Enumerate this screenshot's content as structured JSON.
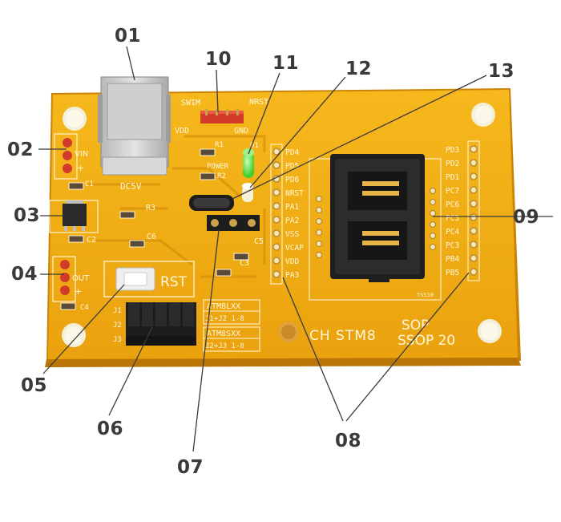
{
  "callouts": {
    "c01": "01",
    "c02": "02",
    "c03": "03",
    "c04": "04",
    "c05": "05",
    "c06": "06",
    "c07": "07",
    "c08": "08",
    "c09": "09",
    "c10": "10",
    "c11": "11",
    "c12": "12",
    "c13": "13"
  },
  "board": {
    "connector_labels": [
      "SWIM",
      "NRST",
      "VDD",
      "GND"
    ],
    "usb_label": "DC5V",
    "left_labels": [
      "VIN",
      "+",
      "OUT",
      "+"
    ],
    "passives": [
      "C1",
      "R3",
      "C2",
      "C6",
      "C5",
      "C3",
      "C4",
      "R1",
      "R2",
      "D1"
    ],
    "power_label": "POWER",
    "reset_label": "RST",
    "jumper_labels": [
      "J1",
      "J2",
      "J3"
    ],
    "model_box_1_title": "ATM8LXX",
    "model_box_1_sub": "J1+J2 1-8",
    "model_box_2_title": "ATM8SXX",
    "model_box_2_sub": "J2+J3 1-8",
    "chip_name": "CH STM8",
    "package_1": "SOP",
    "package_2": "SSOP 20",
    "pins_left": [
      "PD4",
      "PD5",
      "PD6",
      "NRST",
      "PA1",
      "PA2",
      "VSS",
      "VCAP",
      "VDD",
      "PA3"
    ],
    "pins_right": [
      "PD3",
      "PD2",
      "PD1",
      "PC7",
      "PC6",
      "PC5",
      "PC4",
      "PC3",
      "PB4",
      "PB5"
    ],
    "socket_mark": "TSS10"
  }
}
